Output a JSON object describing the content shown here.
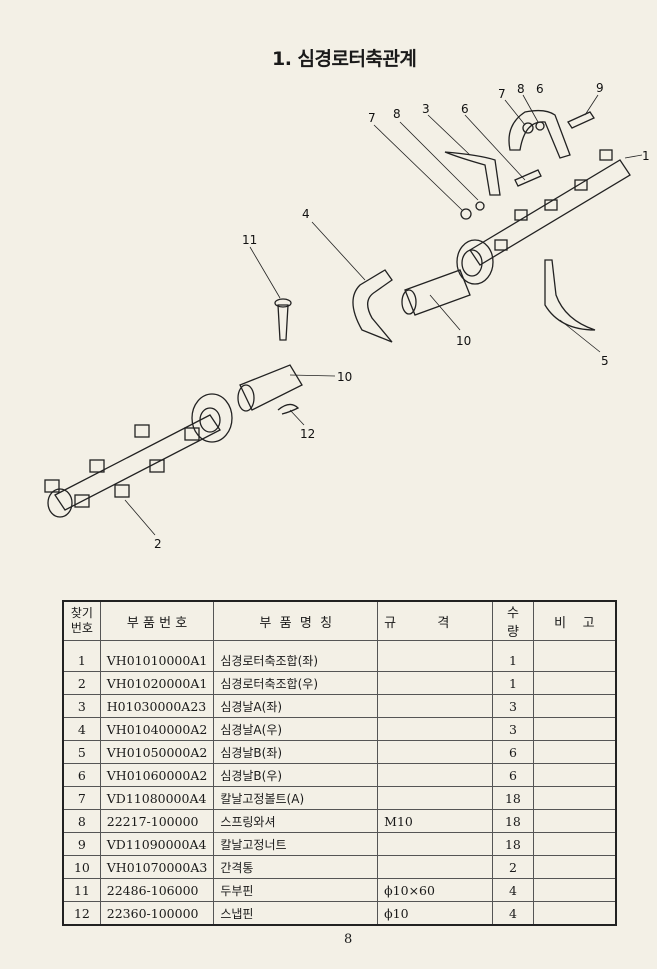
{
  "title": "1. 심경로터축관계",
  "diagram": {
    "callouts": [
      "1",
      "2",
      "3",
      "4",
      "5",
      "6",
      "7",
      "7",
      "8",
      "8",
      "9",
      "6",
      "10",
      "10",
      "11",
      "12"
    ]
  },
  "table": {
    "headers": [
      "찾기\n번호",
      "부 품 번 호",
      "부  품  명  칭",
      "규          격",
      "수 량",
      "비    고"
    ],
    "header_no_1": "찾기",
    "header_no_2": "번호",
    "rows": [
      [
        "1",
        "VH01010000A1",
        "심경로터축조합(좌)",
        "",
        "1",
        ""
      ],
      [
        "2",
        "VH01020000A1",
        "심경로터축조합(우)",
        "",
        "1",
        ""
      ],
      [
        "3",
        "H01030000A23",
        "심경날A(좌)",
        "",
        "3",
        ""
      ],
      [
        "4",
        "VH01040000A2",
        "심경날A(우)",
        "",
        "3",
        ""
      ],
      [
        "5",
        "VH01050000A2",
        "심경날B(좌)",
        "",
        "6",
        ""
      ],
      [
        "6",
        "VH01060000A2",
        "심경날B(우)",
        "",
        "6",
        ""
      ],
      [
        "7",
        "VD11080000A4",
        "칼날고정볼트(A)",
        "",
        "18",
        ""
      ],
      [
        "8",
        "22217-100000",
        "스프링와셔",
        "M10",
        "18",
        ""
      ],
      [
        "9",
        "VD11090000A4",
        "칼날고정너트",
        "",
        "18",
        ""
      ],
      [
        "10",
        "VH01070000A3",
        "간격통",
        "",
        "2",
        ""
      ],
      [
        "11",
        "22486-106000",
        "두부핀",
        "ϕ10×60",
        "4",
        ""
      ],
      [
        "12",
        "22360-100000",
        "스냅핀",
        "ϕ10",
        "4",
        ""
      ]
    ]
  },
  "page_number": "8"
}
